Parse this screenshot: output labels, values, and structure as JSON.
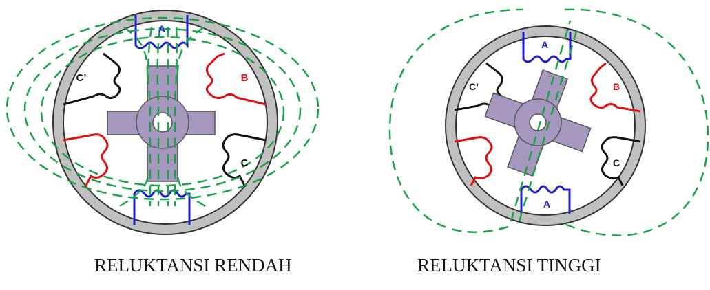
{
  "diagrams": [
    {
      "caption": "RELUKTANSI RENDAH",
      "coils": {
        "a_top": "A",
        "b": "B",
        "c_prime": "C’",
        "c": "C"
      }
    },
    {
      "caption": "RELUKTANSI TINGGI",
      "coils": {
        "a_top": "A",
        "a_bottom": "A",
        "b": "B",
        "c_prime": "C’",
        "c": "C"
      }
    }
  ],
  "colors": {
    "stator": "#c0c0c0",
    "rotor": "#a597bd",
    "flux": "#1aa34a",
    "phase_a": "#1c1cd6",
    "phase_b": "#e01010",
    "phase_c": "#111111"
  }
}
